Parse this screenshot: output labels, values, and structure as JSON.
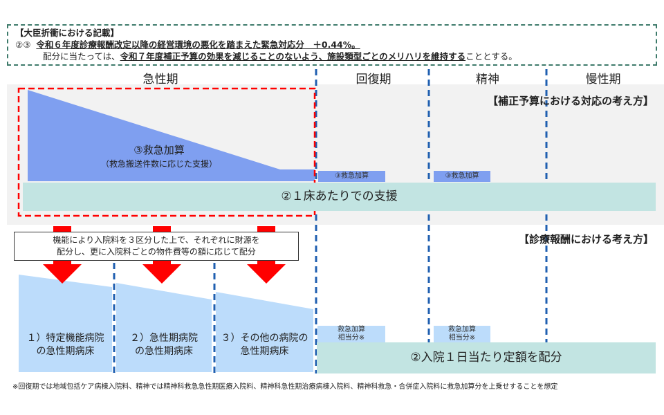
{
  "note": {
    "title": "【大臣折衝における記載】",
    "line1_prefix": "②③",
    "line1_text": "令和６年度診療報酬改定以降の経営環境の悪化を踏まえた緊急対応分　＋0.44%。",
    "line2_a": "配分に当たっては、",
    "line2_b": "令和７年度補正予算の効果を減じることのないよう、施設類型ごとのメリハリを維持する",
    "line2_c": "こととする。"
  },
  "columns": [
    "急性期",
    "回復期",
    "精神",
    "慢性期"
  ],
  "upper": {
    "title": "【補正予算における対応の考え方】",
    "triangle_label": "③救急加算",
    "triangle_sub": "（救急搬送件数に応じた支援）",
    "small_label": "③救急加算",
    "bar_label": "②１床あたりでの支援"
  },
  "lower": {
    "title": "【診療報酬における考え方】",
    "box_line1": "機能により入院料を３区分した上で、それぞれに財源を",
    "box_line2": "配分し、更に入院料ごとの物件費等の額に応じて配分",
    "cat1_a": "１）特定機能病院",
    "cat1_b": "の急性期病床",
    "cat2_a": "２）急性期病院",
    "cat2_b": "の急性期病床",
    "cat3_a": "３）その他の病院の",
    "cat3_b": "急性期病床",
    "small_a": "救急加算",
    "small_b": "相当分※",
    "bar_label": "②入院１日当たり定額を配分"
  },
  "footnote": "※回復期では地域包括ケア病棟入院料、精神では精神科救急急性期医療入院料、精神科急性期治療病棟入院料、精神科救急・合併症入院料に救急加算分を上乗せすることを想定"
}
